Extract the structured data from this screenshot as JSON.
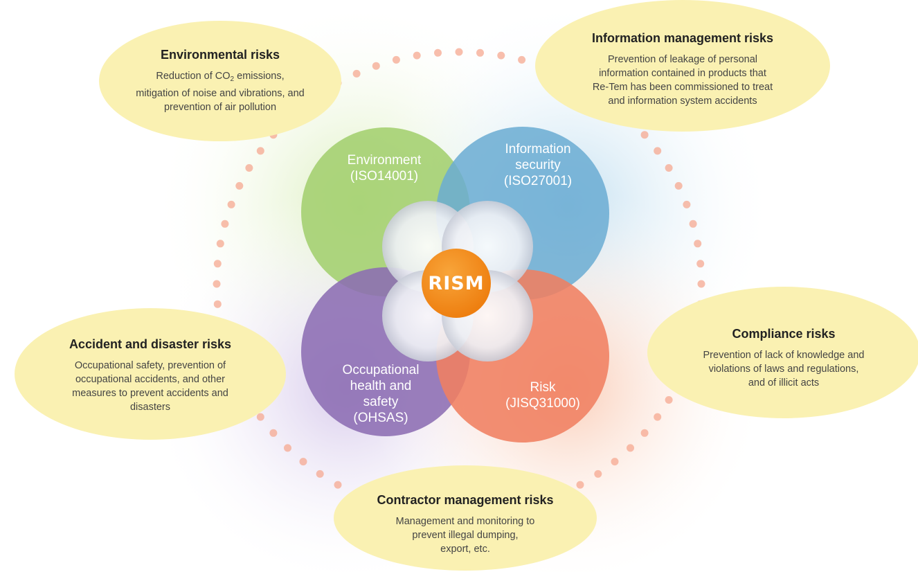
{
  "center": {
    "label": "RISM"
  },
  "colors": {
    "environment": "#a3cf6e",
    "information_security": "#6aabd2",
    "occupational": "#8c6db3",
    "risk": "#f07f61",
    "center": "#f28a18",
    "bubble": "#faf1b2",
    "dots": "#f5a890"
  },
  "circles": {
    "environment": {
      "lines": [
        "Environment",
        "(ISO14001)"
      ]
    },
    "information_security": {
      "lines": [
        "Information",
        "security",
        "(ISO27001)"
      ]
    },
    "occupational": {
      "lines": [
        "Occupational",
        "health and",
        "safety",
        "(OHSAS)"
      ]
    },
    "risk": {
      "lines": [
        "Risk",
        "(JISQ31000)"
      ]
    }
  },
  "risks": {
    "environmental": {
      "title": "Environmental risks",
      "line1_prefix": "Reduction of CO",
      "line1_sub": "2",
      "line1_suffix": " emissions,",
      "line2": "mitigation of noise and vibrations, and",
      "line3": "prevention of air pollution"
    },
    "information": {
      "title": "Information management risks",
      "lines": [
        "Prevention of leakage of personal",
        "information contained in products that",
        "Re-Tem has been commissioned to treat",
        "and information system accidents"
      ]
    },
    "accident": {
      "title": "Accident and disaster risks",
      "lines": [
        "Occupational safety, prevention of",
        "occupational accidents, and other",
        "measures to prevent accidents and",
        "disasters"
      ]
    },
    "compliance": {
      "title": "Compliance risks",
      "lines": [
        "Prevention of lack of knowledge and",
        "violations of laws and regulations,",
        "and of illicit acts"
      ]
    },
    "contractor": {
      "title": "Contractor management risks",
      "lines": [
        "Management and monitoring to",
        "prevent illegal dumping,",
        "export, etc."
      ]
    }
  }
}
